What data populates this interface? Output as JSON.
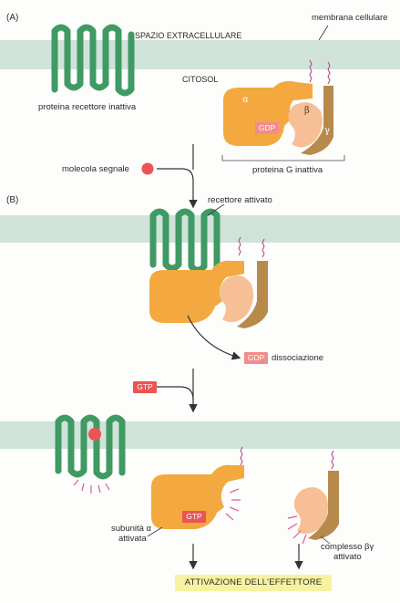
{
  "panel_a": {
    "letter": "(A)",
    "extracellular": "SPAZIO EXTRACELLULARE",
    "membrane_label": "membrana cellulare",
    "cytosol": "CITOSOL",
    "inactive_receptor": "proteina recettore inattiva",
    "subunit_alpha": "α",
    "subunit_beta": "β",
    "subunit_gamma": "γ",
    "gdp": "GDP",
    "inactive_g_protein": "proteina G inattiva"
  },
  "signal_molecule": "molecola segnale",
  "panel_b": {
    "letter": "(B)",
    "activated_receptor": "recettore attivato",
    "gdp": "GDP",
    "dissociation": "dissociazione",
    "gtp": "GTP"
  },
  "panel_c": {
    "gtp": "GTP",
    "alpha_label_line1": "subunità α",
    "alpha_label_line2": "attivata",
    "bg_label_line1": "complesso βγ",
    "bg_label_line2": "attivato",
    "effector": "ATTIVAZIONE DELL'EFFETTORE"
  },
  "colors": {
    "receptor": "#3f9a63",
    "alpha": "#f3a93f",
    "beta": "#f6bf95",
    "gamma": "#b78a4c",
    "membrane": "#cfe3d8",
    "signal": "#ea5454",
    "gdp": "#f28c8c",
    "gtp": "#ea5454",
    "effector_bg": "#f7f2a0",
    "activation_marks": "#e0559a"
  }
}
